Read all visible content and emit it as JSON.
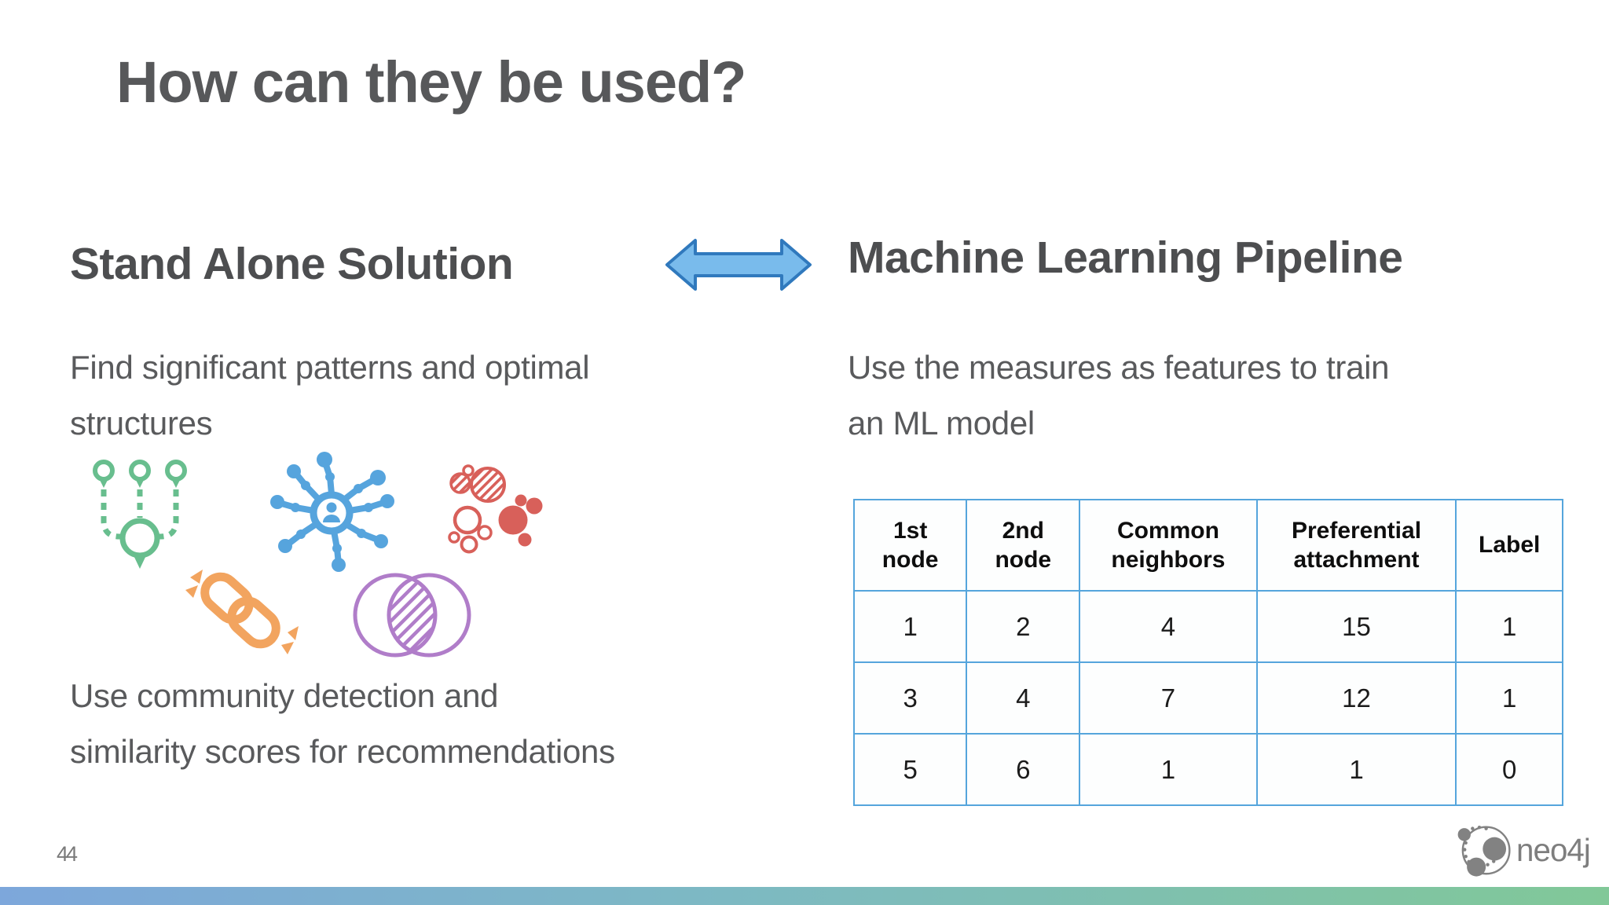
{
  "slide": {
    "title": "How can they be used?",
    "page_number": "44"
  },
  "left_column": {
    "heading": "Stand Alone Solution",
    "paragraph_top": {
      "line1": "Find significant patterns and optimal",
      "line2": "structures"
    },
    "paragraph_bottom": {
      "line1": "Use community detection and",
      "line2": "similarity scores for recommendations"
    },
    "icons": [
      "merge-tree-icon",
      "network-graph-icon",
      "clusters-icon",
      "chain-link-icon",
      "venn-diagram-icon"
    ]
  },
  "right_column": {
    "heading": "Machine Learning Pipeline",
    "paragraph": {
      "line1": "Use the measures as features to train",
      "line2": "an ML model"
    },
    "table": {
      "headers": [
        "1st node",
        "2nd node",
        "Common neighbors",
        "Preferential attachment",
        "Label"
      ],
      "rows": [
        [
          "1",
          "2",
          "4",
          "15",
          "1"
        ],
        [
          "3",
          "4",
          "7",
          "12",
          "1"
        ],
        [
          "5",
          "6",
          "1",
          "1",
          "0"
        ]
      ]
    }
  },
  "footer": {
    "logo_text": "neo4j"
  },
  "colors": {
    "title_text": "#57585a",
    "body_text": "#595a5c",
    "table_border": "#55a5dc",
    "arrow_fill": "#79bbec",
    "arrow_stroke": "#3079bd",
    "icon_green": "#68be8e",
    "icon_blue": "#56a4dd",
    "icon_red": "#d8605a",
    "icon_orange": "#f2a45f",
    "icon_purple": "#b07dc9",
    "footer_bar_left": "#7da7db",
    "footer_bar_right": "#81c898",
    "logo_gray": "#7e7e7e"
  }
}
